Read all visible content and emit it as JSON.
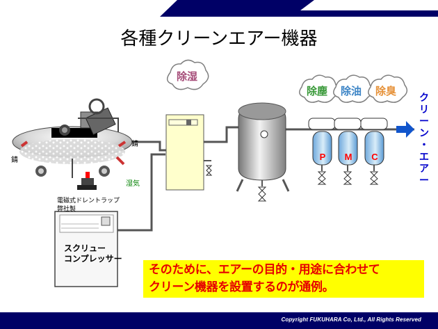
{
  "slide": {
    "title": "各種クリーンエアー機器",
    "footer": "Copyright FUKUHARA Co, Ltd., All Rights Reserved",
    "callout_line1": "そのために、エアーの目的・用途に合わせて",
    "callout_line2": "クリーン機器を設置するのが通例。"
  },
  "labels": {
    "rust_left": "錆",
    "rust_right": "錆",
    "humidity": "湿気",
    "drain_trap_line1": "電磁式ドレントラップ",
    "drain_trap_line2": "弊社製",
    "compressor_line1": "スクリュー",
    "compressor_line2": "コンプレッサー",
    "dehumidify": "除湿",
    "dust_removal": "除塵",
    "oil_removal": "除油",
    "odor_removal": "除臭",
    "filter_p": "P",
    "filter_m": "M",
    "filter_c": "C"
  },
  "output": {
    "vertical_chars": [
      "ク",
      "リ",
      "ー",
      "ン",
      "・",
      "エ",
      "ア",
      "ー"
    ]
  },
  "colors": {
    "header_blue": "#000066",
    "footer_blue": "#000066",
    "filter_blue": "#6fa8dc",
    "filter_red": "#ff0000",
    "callout_yellow": "#ffff00",
    "callout_red": "#e60000",
    "arrow_blue": "#1155cc",
    "dryer_yellow": "#ffffcc",
    "pipe_gray": "#555555",
    "cloud_green_text": "#a64d79",
    "cloud_blue_text": "#3d85c6",
    "cloud_orange_text": "#e69138"
  },
  "icons": {
    "drain_valve": "drain-valve-icon",
    "arrow": "arrow-right-icon",
    "cloud": "cloud-icon",
    "filter": "filter-icon"
  }
}
